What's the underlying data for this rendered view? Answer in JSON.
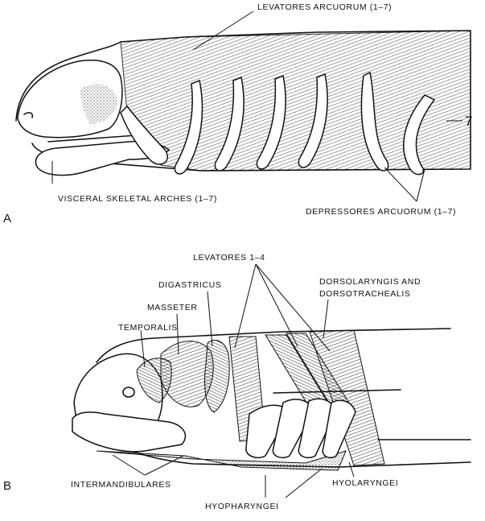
{
  "panels": {
    "a": {
      "letter": "A",
      "labels": {
        "levatores": "LEVATORES ARCUORUM (1–7)",
        "visceral": "VISCERAL SKELETAL ARCHES (1–7)",
        "depressores": "DEPRESSORES ARCUORUM (1–7)",
        "arch_number": "7"
      }
    },
    "b": {
      "letter": "B",
      "labels": {
        "levatores": "LEVATORES 1–4",
        "digastricus": "DIGASTRICUS",
        "masseter": "MASSETER",
        "temporalis": "TEMPORALIS",
        "dorsolaryngis_1": "DORSOLARYNGIS AND",
        "dorsolaryngis_2": "DORSOTRACHEALIS",
        "intermandibulares": "INTERMANDIBULARES",
        "hyopharyngei": "HYOPHARYNGEI",
        "hyolaryngei": "HYOLARYNGEI"
      }
    }
  },
  "colors": {
    "ink": "#111111",
    "paper": "#ffffff"
  }
}
